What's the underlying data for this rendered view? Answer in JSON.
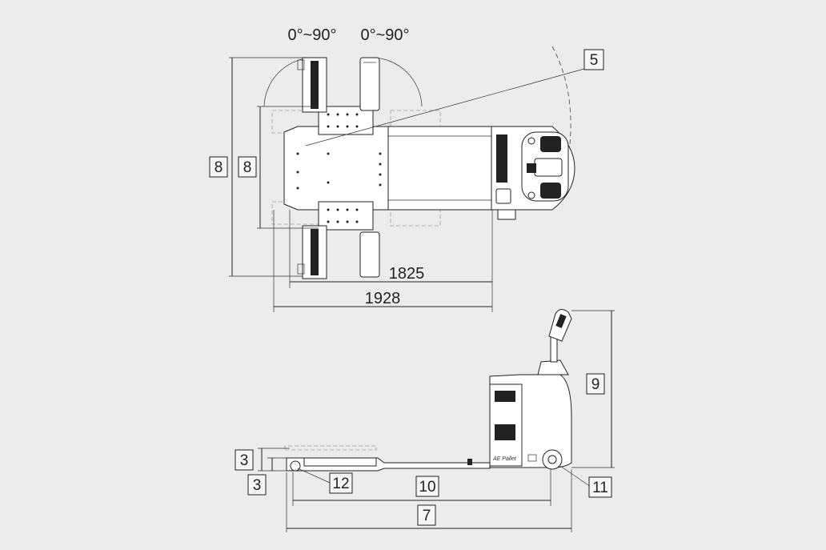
{
  "angles": {
    "left": "0°~90°",
    "right": "0°~90°"
  },
  "dimensions": {
    "inner_length": "1825",
    "outer_length": "1928"
  },
  "callouts": {
    "c5": "5",
    "c8_outer": "8",
    "c8_inner": "8",
    "c9": "9",
    "c3_top": "3",
    "c3_bottom": "3",
    "c12": "12",
    "c10": "10",
    "c11": "11",
    "c7": "7"
  },
  "side_label": "AE Pallet"
}
